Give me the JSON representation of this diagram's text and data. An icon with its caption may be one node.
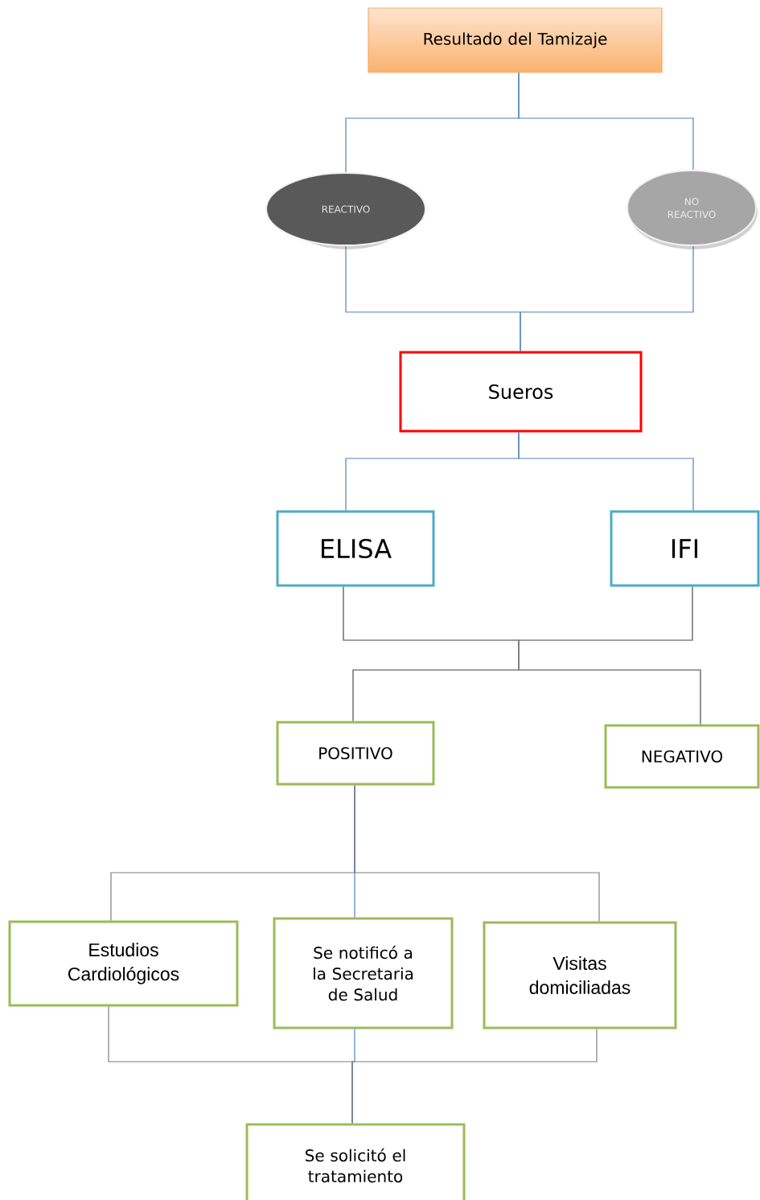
{
  "diagram": {
    "nodes": [
      {
        "text": [
          "Resultado del Tamizaje"
        ]
      },
      {
        "text": [
          "REACTIVO"
        ]
      },
      {
        "text": [
          "NO REACTIVO"
        ]
      },
      {
        "text": [
          "Sueros"
        ]
      },
      {
        "text": [
          "ELISA"
        ]
      },
      {
        "text": [
          "IFI"
        ]
      },
      {
        "text": [
          "POSITIVO"
        ]
      },
      {
        "text": [
          "NEGATIVO"
        ]
      },
      {
        "text": [
          "Estudios Cardiológicos"
        ]
      },
      {
        "text": [
          "Se notificó a la Secretaria de Salud"
        ]
      },
      {
        "text": [
          "Visitas domiciliadas"
        ]
      },
      {
        "text": [
          "Se solicitó el tratamiento"
        ]
      }
    ],
    "edges": [
      {
        "from": 0,
        "to": 1,
        "arrow": "none"
      },
      {
        "from": 0,
        "to": 2,
        "arrow": "none"
      },
      {
        "from": 1,
        "to": 3,
        "arrow": "none"
      },
      {
        "from": 2,
        "to": 3,
        "arrow": "none"
      },
      {
        "from": 3,
        "to": 4,
        "arrow": "none"
      },
      {
        "from": 3,
        "to": 5,
        "arrow": "none"
      },
      {
        "from": 4,
        "to": 6,
        "arrow": "none",
        "color": "#7f7f7f"
      },
      {
        "from": 4,
        "to": 7,
        "arrow": "none",
        "color": "#7f7f7f"
      },
      {
        "from": 5,
        "to": 6,
        "arrow": "none",
        "color": "#7f7f7f"
      },
      {
        "from": 5,
        "to": 7,
        "arrow": "none",
        "color": "#7f7f7f"
      },
      {
        "from": 6,
        "to": 8,
        "arrow": "none",
        "color": "#7f7f7f"
      },
      {
        "from": 6,
        "to": 9,
        "arrow": "none"
      },
      {
        "from": 6,
        "to": 10,
        "arrow": "none",
        "color": "#7f7f7f"
      },
      {
        "from": 8,
        "to": 11,
        "arrow": "none",
        "color": "#7f7f7f"
      },
      {
        "from": 9,
        "to": 11,
        "arrow": "none"
      },
      {
        "from": 10,
        "to": 11,
        "arrow": "none",
        "color": "#7f7f7f"
      }
    ]
  }
}
